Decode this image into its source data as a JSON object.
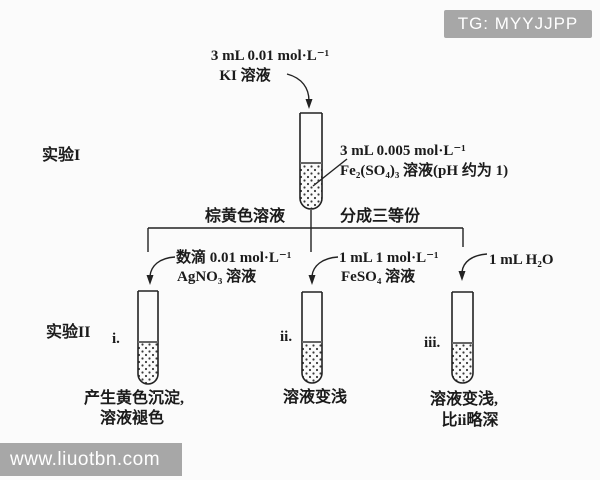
{
  "watermark_top": "TG: MYYJJPP",
  "watermark_bottom": "www.liuotbn.com",
  "exp1": {
    "label": "实验I",
    "top_reagent_line1": "3 mL 0.01 mol·L⁻¹",
    "top_reagent_line2": "KI 溶液",
    "side_reagent_line1": "3 mL 0.005 mol·L⁻¹",
    "side_reagent_line2": "Fe₂(SO₄)₃ 溶液(pH 约为 1)",
    "intermediate_result": "棕黄色溶液",
    "split_note": "分成三等份"
  },
  "exp2": {
    "label": "实验II",
    "branches": [
      {
        "id": "i.",
        "reagent_line1": "数滴 0.01 mol·L⁻¹",
        "reagent_line2": "AgNO₃ 溶液",
        "result_line1": "产生黄色沉淀,",
        "result_line2": "溶液褪色"
      },
      {
        "id": "ii.",
        "reagent_line1": "1 mL 1 mol·L⁻¹",
        "reagent_line2": "FeSO₄ 溶液",
        "result_line1": "溶液变浅",
        "result_line2": ""
      },
      {
        "id": "iii.",
        "reagent_line1": "1 mL H₂O",
        "reagent_line2": "",
        "result_line1": "溶液变浅,",
        "result_line2": "比ii略深"
      }
    ]
  },
  "colors": {
    "line": "#222222",
    "text": "#1b1b1b",
    "watermark_bg": "#a7a7a7",
    "background": "#fbfbfb"
  }
}
